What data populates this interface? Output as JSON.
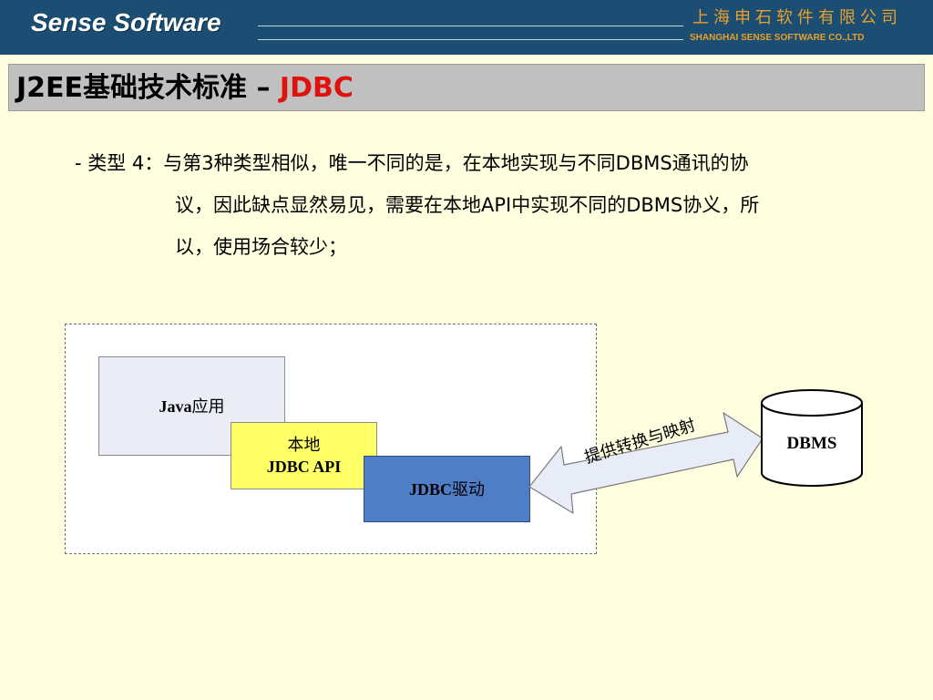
{
  "header": {
    "brand": "Sense Software",
    "company_cn": "上海申石软件有限公司",
    "company_en": "SHANGHAI SENSE SOFTWARE CO.,LTD"
  },
  "slide": {
    "title_prefix": "J2EE基础技术标准 – ",
    "title_highlight": "JDBC"
  },
  "body": {
    "line1": "- 类型 4：与第3种类型相似，唯一不同的是，在本地实现与不同DBMS通讯的协",
    "line2": "议，因此缺点显然易见，需要在本地API中实现不同的DBMS协义，所",
    "line3": "以，使用场合较少；"
  },
  "diagram": {
    "java_app_latin": "Java",
    "java_app_cn": "应用",
    "native_api_line1": "本地",
    "native_api_line2": "JDBC API",
    "driver_latin": "JDBC",
    "driver_cn": "驱动",
    "arrow_label": "提供转换与映射",
    "dbms": "DBMS",
    "colors": {
      "java_app_fill": "#EAECF6",
      "native_api_fill": "#FFFF66",
      "driver_fill": "#4F7EC6",
      "arrow_fill": "#E8ECF6"
    }
  }
}
